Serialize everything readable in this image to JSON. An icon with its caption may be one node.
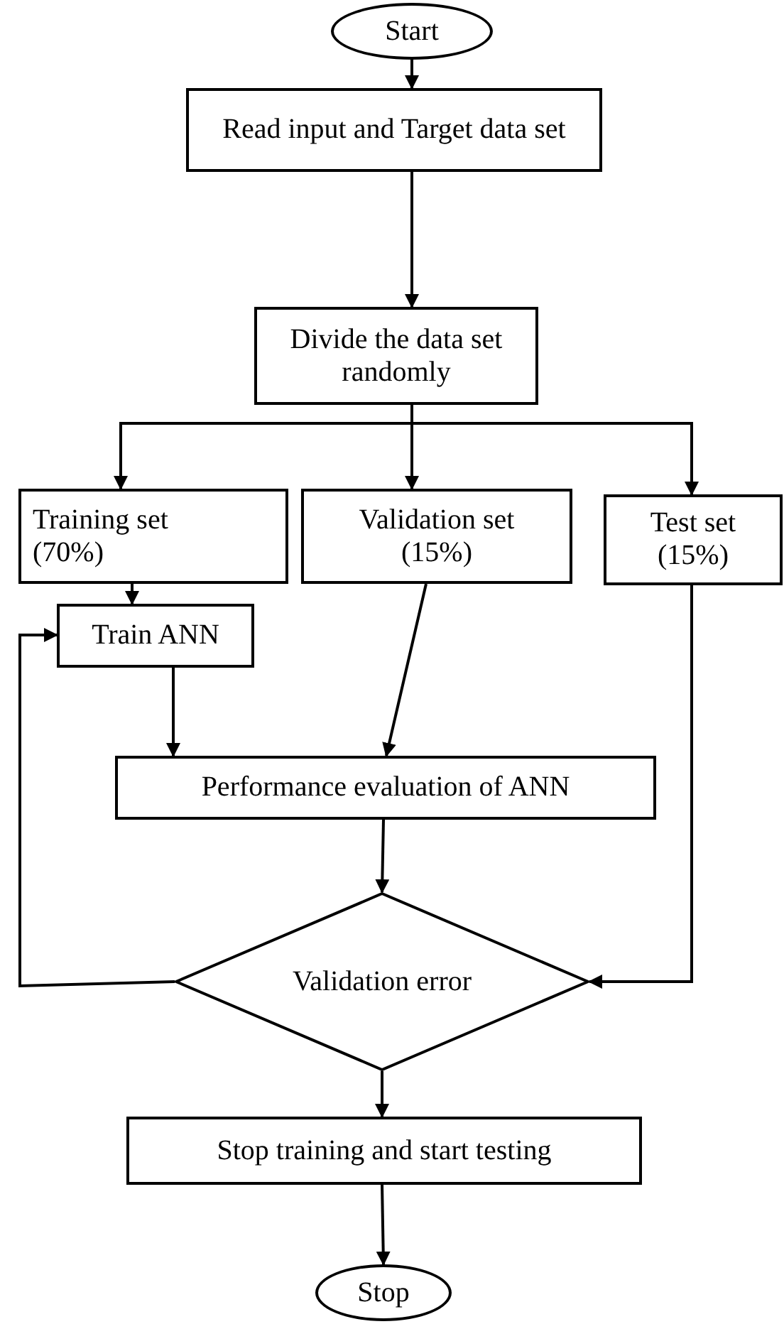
{
  "diagram": {
    "nodes": [
      {
        "text": [
          "Start"
        ]
      },
      {
        "text": [
          "Read input and Target data set"
        ]
      },
      {
        "text": [
          "Divide the data set randomly"
        ]
      },
      {
        "text": [
          "Training set (70%)"
        ]
      },
      {
        "text": [
          "Validation set (15%)"
        ]
      },
      {
        "text": [
          "Test set (15%)"
        ]
      },
      {
        "text": [
          "Train ANN"
        ]
      },
      {
        "text": [
          "Performance evaluation of ANN"
        ]
      },
      {
        "text": [
          "Validation error"
        ]
      },
      {
        "text": [
          "Stop training and start testing"
        ]
      },
      {
        "text": [
          "Stop"
        ]
      }
    ],
    "edges": [
      {
        "from": 0,
        "to": 1,
        "arrow": "to"
      },
      {
        "from": 1,
        "to": 2,
        "arrow": "to"
      },
      {
        "from": 2,
        "to": 3,
        "arrow": "to"
      },
      {
        "from": 2,
        "to": 4,
        "arrow": "to"
      },
      {
        "from": 2,
        "to": 5,
        "arrow": "to"
      },
      {
        "from": 3,
        "to": 6,
        "arrow": "to"
      },
      {
        "from": 4,
        "to": 7,
        "arrow": "to"
      },
      {
        "from": 6,
        "to": 7,
        "arrow": "to"
      },
      {
        "from": 7,
        "to": 8,
        "arrow": "to"
      },
      {
        "from": 8,
        "to": 6,
        "arrow": "to"
      },
      {
        "from": 5,
        "to": 8,
        "arrow": "to"
      },
      {
        "from": 8,
        "to": 9,
        "arrow": "to"
      },
      {
        "from": 9,
        "to": 10,
        "arrow": "to"
      }
    ]
  }
}
